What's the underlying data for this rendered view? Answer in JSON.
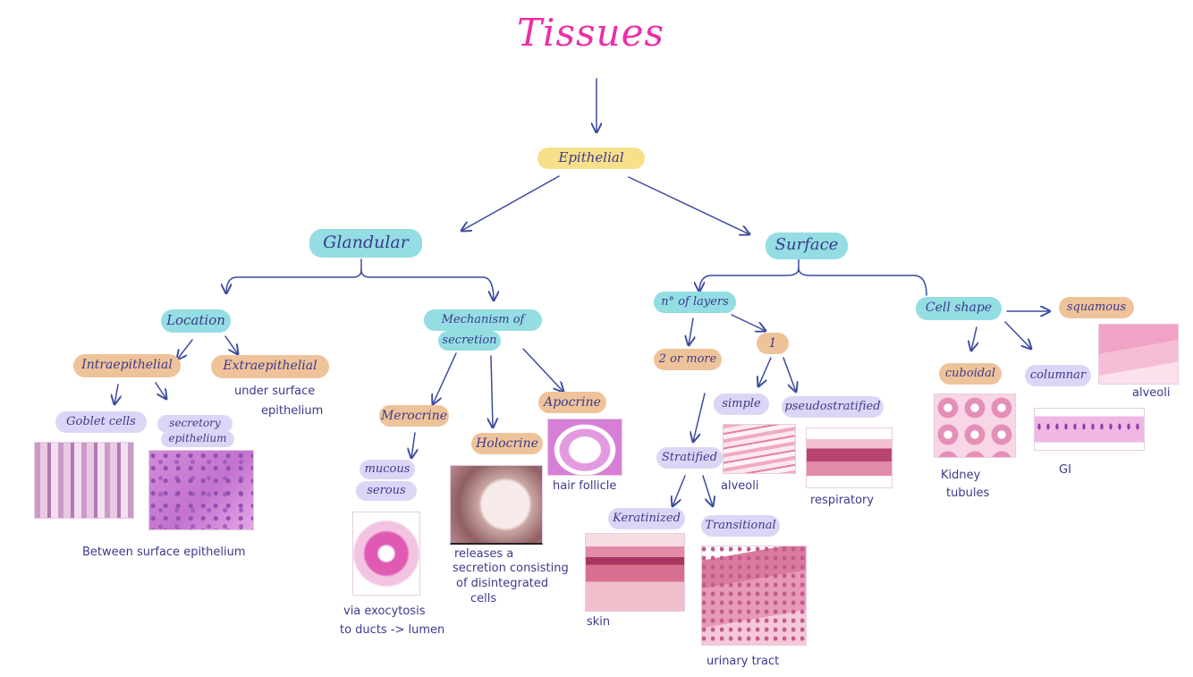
{
  "title": "Tissues",
  "nodes": {
    "epithelial": "Epithelial",
    "glandular": "Glandular",
    "surface": "Surface",
    "location": "Location",
    "mechanism_line1": "Mechanism of",
    "mechanism_line2": "secretion",
    "intraepithelial": "Intraepithelial",
    "extraepithelial": "Extraepithelial",
    "goblet_cells": "Goblet cells",
    "secretory_line1": "secretory",
    "secretory_line2": "epithelium",
    "merocrine": "Merocrine",
    "holocrine": "Holocrine",
    "apocrine": "Apocrine",
    "mucous": "mucous",
    "serous": "serous",
    "layers": "n° of layers",
    "two_or_more": "2 or more",
    "one": "1",
    "simple": "simple",
    "pseudostratified": "pseudostratified",
    "stratified": "Stratified",
    "keratinized": "Keratinized",
    "transitional": "Transitional",
    "cell_shape": "Cell shape",
    "squamous": "squamous",
    "cuboidal": "cuboidal",
    "columnar": "columnar"
  },
  "notes": {
    "under_surface_line1": "under surface",
    "under_surface_line2": "epithelium",
    "between_surface": "Between surface epithelium",
    "hair_follicle": "hair follicle",
    "exocytosis_line1": "via exocytosis",
    "exocytosis_line2": "to ducts -> lumen",
    "releases_line1": "releases a",
    "releases_line2": "secretion consisting",
    "releases_line3": "of disintegrated",
    "releases_line4": "cells",
    "alveoli_simple": "alveoli",
    "respiratory": "respiratory",
    "skin": "skin",
    "urinary_tract": "urinary tract",
    "kidney_line1": "Kidney",
    "kidney_line2": "tubules",
    "gi": "GI",
    "alveoli_squamous": "alveoli"
  },
  "colors": {
    "title": "#ec2ea6",
    "ink": "#3b3a8c",
    "yellow": "#f8e08a",
    "teal": "#93dde3",
    "orange": "#efc39a",
    "lavender": "#dcd6f6"
  }
}
